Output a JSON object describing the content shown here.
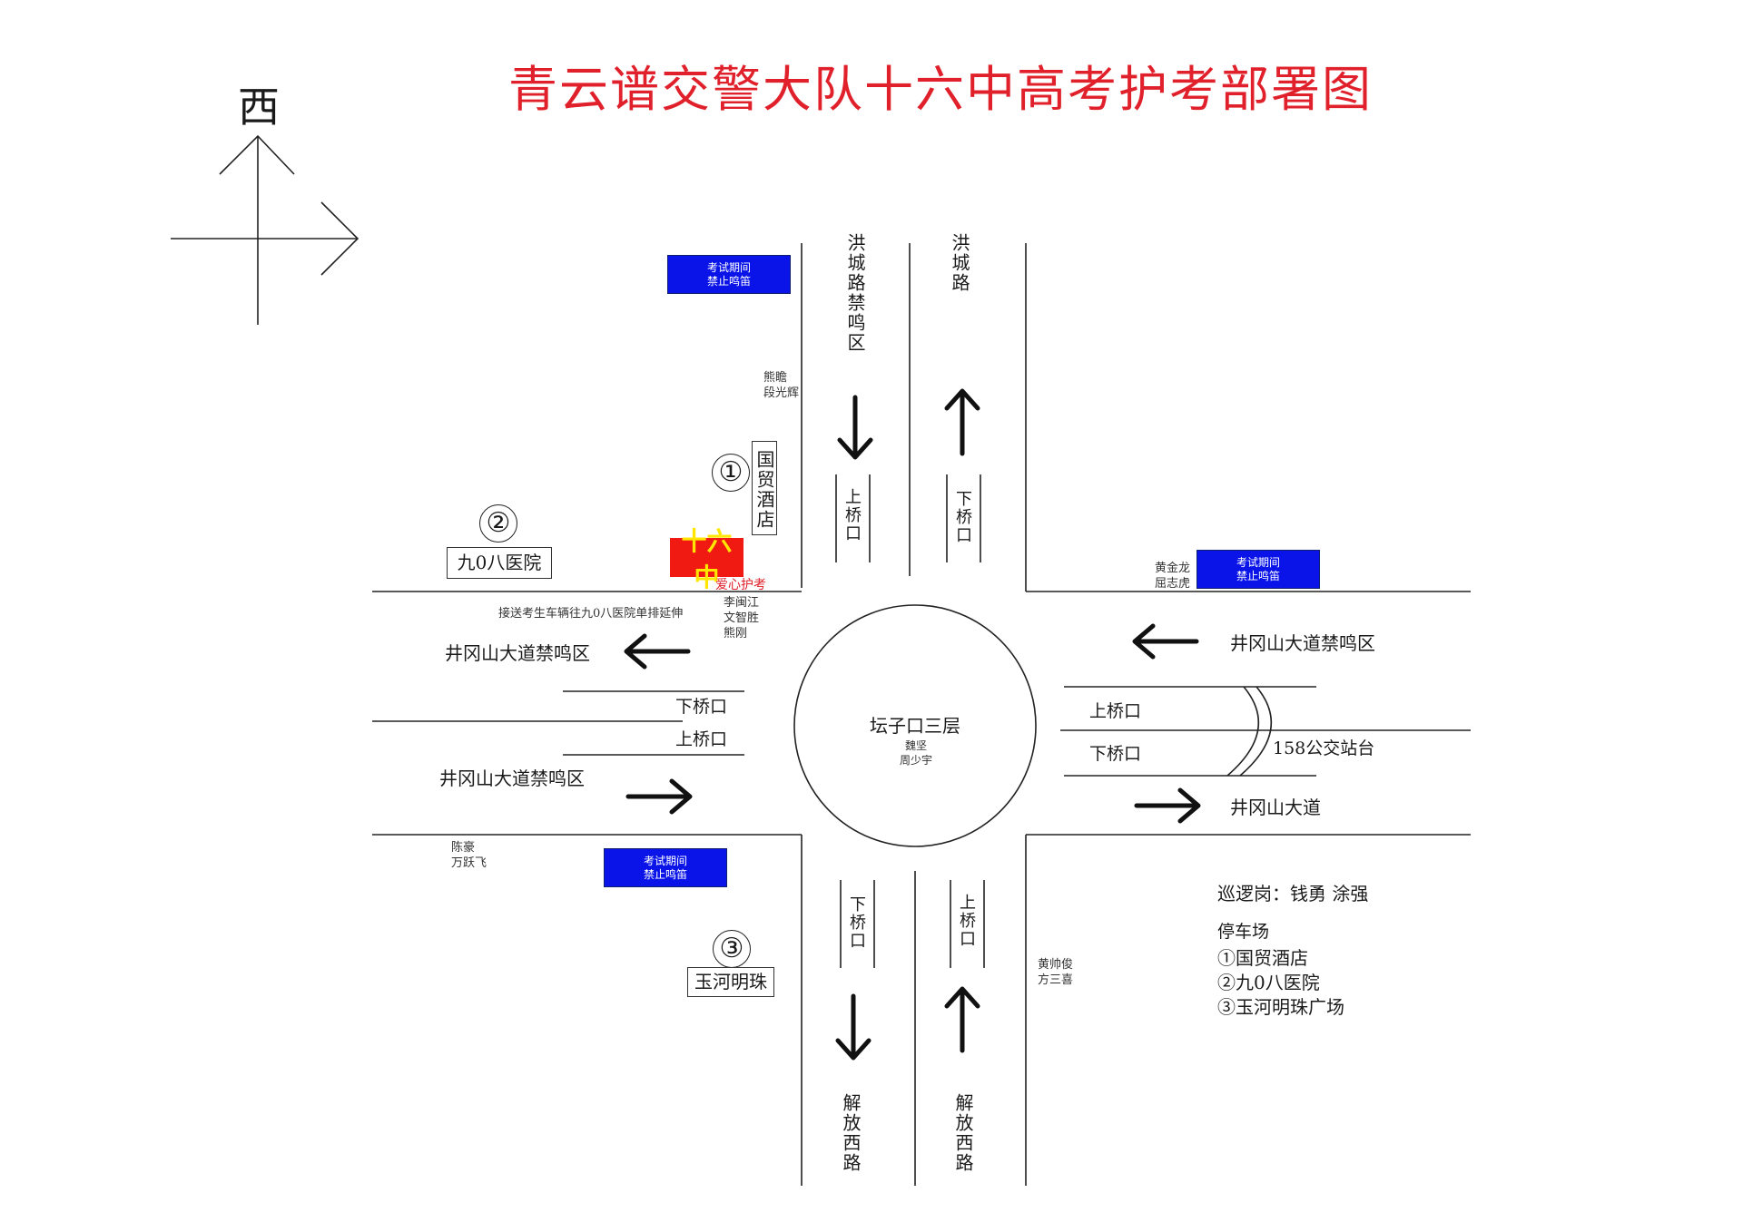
{
  "title": "青云谱交警大队十六中高考护考部署图",
  "compass": {
    "label": "西"
  },
  "center": {
    "name": "坛子口三层",
    "staff": [
      "魏坚",
      "周少宇"
    ]
  },
  "signs": {
    "no_horn": {
      "line1": "考试期间",
      "line2": "禁止鸣笛"
    },
    "school": "十六中",
    "care_slogan": "爱心护考"
  },
  "places": {
    "num1": "①",
    "num2": "②",
    "num3": "③",
    "hotel": "国贸酒店",
    "hospital": "九0八医院",
    "plaza": "玉河明珠",
    "bus_stop": "158公交站台"
  },
  "roads": {
    "hongcheng_quiet": "洪城路禁鸣区",
    "hongcheng": "洪城路",
    "jiefang_west": "解放西路",
    "jinggangshan_quiet": "井冈山大道禁鸣区",
    "jinggangshan": "井冈山大道",
    "on_ramp": "上桥口",
    "off_ramp": "下桥口"
  },
  "notes": {
    "pickup": "接送考生车辆往九0八医院单排延伸"
  },
  "staff": {
    "nw_top": [
      "熊瞻",
      "段光辉"
    ],
    "nw_corner": [
      "李闽江",
      "文智胜",
      "熊刚"
    ],
    "ne": [
      "黄金龙",
      "屈志虎"
    ],
    "sw": [
      "陈豪",
      "万跃飞"
    ],
    "se": [
      "黄帅俊",
      "方三喜"
    ]
  },
  "legend": {
    "patrol": "巡逻岗：钱勇  涂强",
    "parking_title": "停车场",
    "parking": [
      "①国贸酒店",
      "②九0八医院",
      "③玉河明珠广场"
    ]
  }
}
